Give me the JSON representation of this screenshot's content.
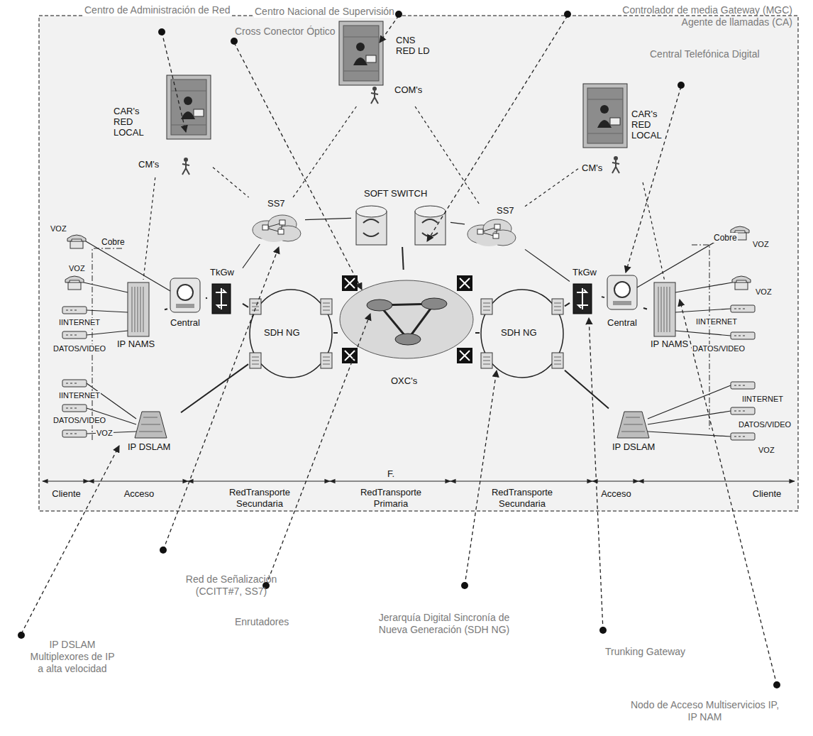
{
  "diagram": {
    "nodes": [
      {
        "text": [
          "CAR's RED LOCAL",
          "CM's"
        ]
      },
      {
        "text": [
          "CNS RED LD",
          "COM's"
        ]
      },
      {
        "text": [
          "CAR's RED LOCAL",
          "CM's"
        ]
      },
      {
        "text": [
          "SS7"
        ]
      },
      {
        "text": [
          "SOFT SWITCH"
        ]
      },
      {
        "text": [
          "SS7"
        ]
      },
      {
        "text": [
          "TkGw"
        ]
      },
      {
        "text": [
          "Central"
        ]
      },
      {
        "text": [
          "IP NAMS"
        ]
      },
      {
        "text": [
          "IP DSLAM"
        ]
      },
      {
        "text": [
          "SDH NG"
        ]
      },
      {
        "text": [
          "OXC's"
        ]
      },
      {
        "text": [
          "SDH NG"
        ]
      },
      {
        "text": [
          "TkGw"
        ]
      },
      {
        "text": [
          "Central"
        ]
      },
      {
        "text": [
          "IP NAMS"
        ]
      },
      {
        "text": [
          "IP DSLAM"
        ]
      }
    ],
    "edges": [
      {
        "from": 0,
        "to": 3,
        "arrow": "none"
      },
      {
        "from": 0,
        "to": 8,
        "arrow": "none"
      },
      {
        "from": 1,
        "to": 3,
        "arrow": "none"
      },
      {
        "from": 1,
        "to": 5,
        "arrow": "none"
      },
      {
        "from": 2,
        "to": 5,
        "arrow": "none"
      },
      {
        "from": 2,
        "to": 15,
        "arrow": "none"
      },
      {
        "from": 3,
        "to": 6,
        "arrow": "none"
      },
      {
        "from": 5,
        "to": 13,
        "arrow": "none"
      },
      {
        "from": 3,
        "to": 4,
        "arrow": "none"
      },
      {
        "from": 5,
        "to": 4,
        "arrow": "none"
      },
      {
        "from": 4,
        "to": 11,
        "arrow": "none"
      },
      {
        "from": 8,
        "to": 7,
        "arrow": "none"
      },
      {
        "from": 7,
        "to": 6,
        "arrow": "none"
      },
      {
        "from": 6,
        "to": 10,
        "arrow": "none"
      },
      {
        "from": 10,
        "to": 11,
        "arrow": "none"
      },
      {
        "from": 11,
        "to": 12,
        "arrow": "none"
      },
      {
        "from": 12,
        "to": 13,
        "arrow": "none"
      },
      {
        "from": 13,
        "to": 14,
        "arrow": "none"
      },
      {
        "from": 14,
        "to": 15,
        "arrow": "none"
      },
      {
        "from": 9,
        "to": 10,
        "arrow": "none"
      },
      {
        "from": 16,
        "to": 12,
        "arrow": "none"
      }
    ],
    "labels": [
      "Centro de Administración de Red",
      "Centro Nacional de Supervisión",
      "Controlador de media Gateway (MGC) Agente de llamadas (CA)",
      "Cross Conector Óptico",
      "Central Telefónica Digital",
      "VOZ",
      "Cobre",
      "VOZ",
      "IINTERNET",
      "DATOS/VIDEO",
      "IINTERNET",
      "DATOS/VIDEO",
      "VOZ",
      "Cobre",
      "VOZ",
      "VOZ",
      "IINTERNET",
      "DATOS/VIDEO",
      "IINTERNET",
      "DATOS/VIDEO",
      "VOZ",
      "Cliente",
      "Acceso",
      "RedTransporte Secundaria",
      "F.",
      "RedTransporte Primaria",
      "RedTransporte Secundaria",
      "Acceso",
      "Cliente",
      "Red de Señalización (CCITT#7, SS7)",
      "IP DSLAM Multiplexores de IP a alta velocidad",
      "Enrutadores",
      "Jerarquía Digital Sincronía de Nueva Generación (SDH NG)",
      "Trunking Gateway",
      "Nodo de Acceso Multiservicios IP, IP NAM"
    ]
  }
}
